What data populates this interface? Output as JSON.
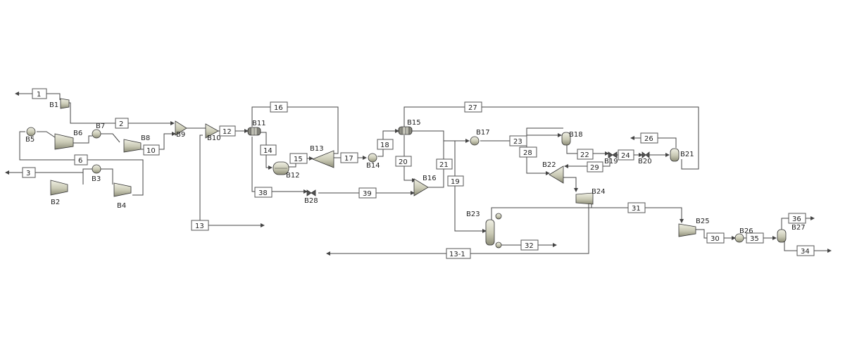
{
  "colors": {
    "line": "#444444",
    "equipment_fill": "#d8d8c8",
    "equipment_dark": "#8d8d78",
    "box_fill": "#ffffff"
  },
  "blocks": {
    "B1": "B1",
    "B2": "B2",
    "B3": "B3",
    "B4": "B4",
    "B5": "B5",
    "B6": "B6",
    "B7": "B7",
    "B8": "B8",
    "B9": "B9",
    "B10": "B10",
    "B11": "B11",
    "B12": "B12",
    "B13": "B13",
    "B14": "B14",
    "B15": "B15",
    "B16": "B16",
    "B17": "B17",
    "B18": "B18",
    "B19": "B19",
    "B20": "B20",
    "B21": "B21",
    "B22": "B22",
    "B23": "B23",
    "B24": "B24",
    "B25": "B25",
    "B26": "B26",
    "B27": "B27",
    "B28": "B28"
  },
  "streams": {
    "s1": "1",
    "s2": "2",
    "s3": "3",
    "s6": "6",
    "s10": "10",
    "s12": "12",
    "s13": "13",
    "s13_1": "13-1",
    "s14": "14",
    "s15": "15",
    "s16": "16",
    "s17": "17",
    "s18": "18",
    "s19": "19",
    "s20": "20",
    "s21": "21",
    "s22": "22",
    "s23": "23",
    "s24": "24",
    "s26": "26",
    "s27": "27",
    "s28": "28",
    "s29": "29",
    "s30": "30",
    "s31": "31",
    "s32": "32",
    "s34": "34",
    "s35": "35",
    "s36": "36",
    "s38": "38",
    "s39": "39"
  }
}
